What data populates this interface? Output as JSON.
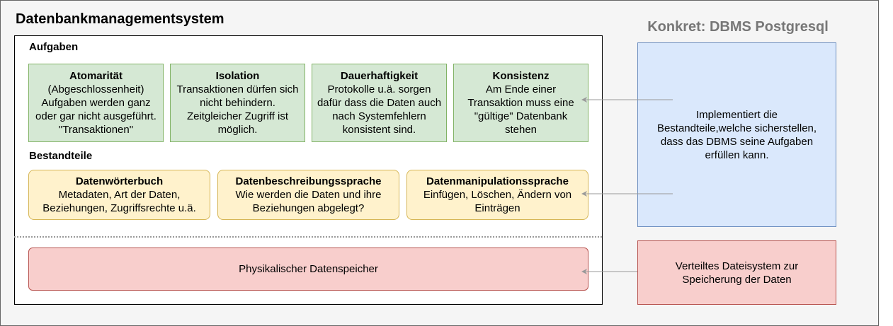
{
  "title": "Datenbankmanagementsystem",
  "tasks": {
    "label": "Aufgaben",
    "items": [
      {
        "heading": "Atomarität",
        "lines": [
          "(Abgeschlossenheit)",
          "Aufgaben werden ganz",
          "oder gar nicht ausgeführt.",
          "\"Transaktionen\""
        ]
      },
      {
        "heading": "Isolation",
        "lines": [
          "Transaktionen dürfen sich",
          "nicht behindern.",
          "Zeitgleicher Zugriff ist",
          "möglich."
        ]
      },
      {
        "heading": "Dauerhaftigkeit",
        "lines": [
          "Protokolle u.ä. sorgen",
          "dafür dass die Daten auch",
          "nach Systemfehlern",
          "konsistent sind."
        ]
      },
      {
        "heading": "Konsistenz",
        "lines": [
          "Am Ende einer",
          "Transaktion muss eine",
          "\"gültige\" Datenbank",
          "stehen"
        ]
      }
    ]
  },
  "components": {
    "label": "Bestandteile",
    "items": [
      {
        "heading": "Datenwörterbuch",
        "lines": [
          "Metadaten, Art der Daten,",
          "Beziehungen, Zugriffsrechte u.ä."
        ]
      },
      {
        "heading": "Datenbeschreibungssprache",
        "lines": [
          "Wie werden die Daten und ihre",
          "Beziehungen abgelegt?"
        ]
      },
      {
        "heading": "Datenmanipulationssprache",
        "lines": [
          "Einfügen, Löschen, Ändern von",
          "Einträgen"
        ]
      }
    ]
  },
  "storage": {
    "label": "Physikalischer Datenspeicher"
  },
  "concrete": {
    "title": "Konkret: DBMS Postgresql",
    "implementation_lines": [
      "Implementiert die",
      "Bestandteile,welche sicherstellen,",
      "dass das DBMS seine Aufgaben",
      "erfüllen kann."
    ],
    "filesystem_lines": [
      "Verteiltes Dateisystem zur",
      "Speicherung der Daten"
    ]
  },
  "colors": {
    "green_fill": "#d5e8d4",
    "yellow_fill": "#fff2cc",
    "red_fill": "#f8cecc",
    "blue_fill": "#dae8fc",
    "arrow": "#999999"
  }
}
